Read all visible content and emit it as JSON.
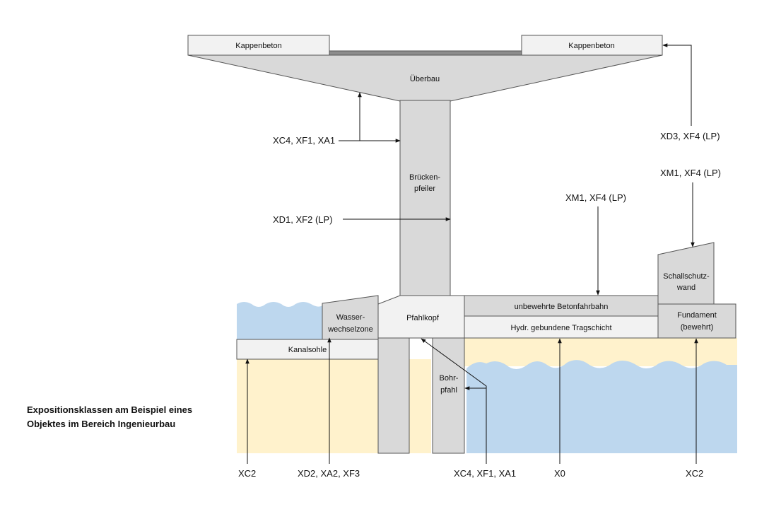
{
  "caption": {
    "line1": "Expositionsklassen am Beispiel eines",
    "line2": "Objektes im Bereich Ingenieurbau"
  },
  "components": {
    "cap_left": "Kappenbeton",
    "cap_right": "Kappenbeton",
    "superstructure": "Überbau",
    "pier_line1": "Brücken-",
    "pier_line2": "pfeiler",
    "pile_cap": "Pfahlkopf",
    "tidal_zone_line1": "Wasser-",
    "tidal_zone_line2": "wechselzone",
    "canal_bed": "Kanalsohle",
    "bored_pile_line1": "Bohr-",
    "bored_pile_line2": "pfahl",
    "road_surface": "unbewehrte Betonfahrbahn",
    "base_course": "Hydr. gebundene Tragschicht",
    "noise_wall_line1": "Schallschutz-",
    "noise_wall_line2": "wand",
    "foundation_line1": "Fundament",
    "foundation_line2": "(bewehrt)"
  },
  "exposure_labels": {
    "superstructure_pier": "XC4, XF1, XA1",
    "pier": "XD1, XF2 (LP)",
    "cap_right": "XD3, XF4 (LP)",
    "noise_wall": "XM1, XF4 (LP)",
    "road_surface": "XM1, XF4 (LP)",
    "canal_bed": "XC2",
    "tidal_zone": "XD2, XA2, XF3",
    "pile": "XC4, XF1, XA1",
    "base_course": "X0",
    "foundation": "XC2"
  },
  "colors": {
    "concrete": "#d9d9d9",
    "concrete_light": "#f2f2f2",
    "water": "#bdd7ee",
    "soil": "#fff2cc",
    "deck_surface": "#8c8c8c"
  }
}
